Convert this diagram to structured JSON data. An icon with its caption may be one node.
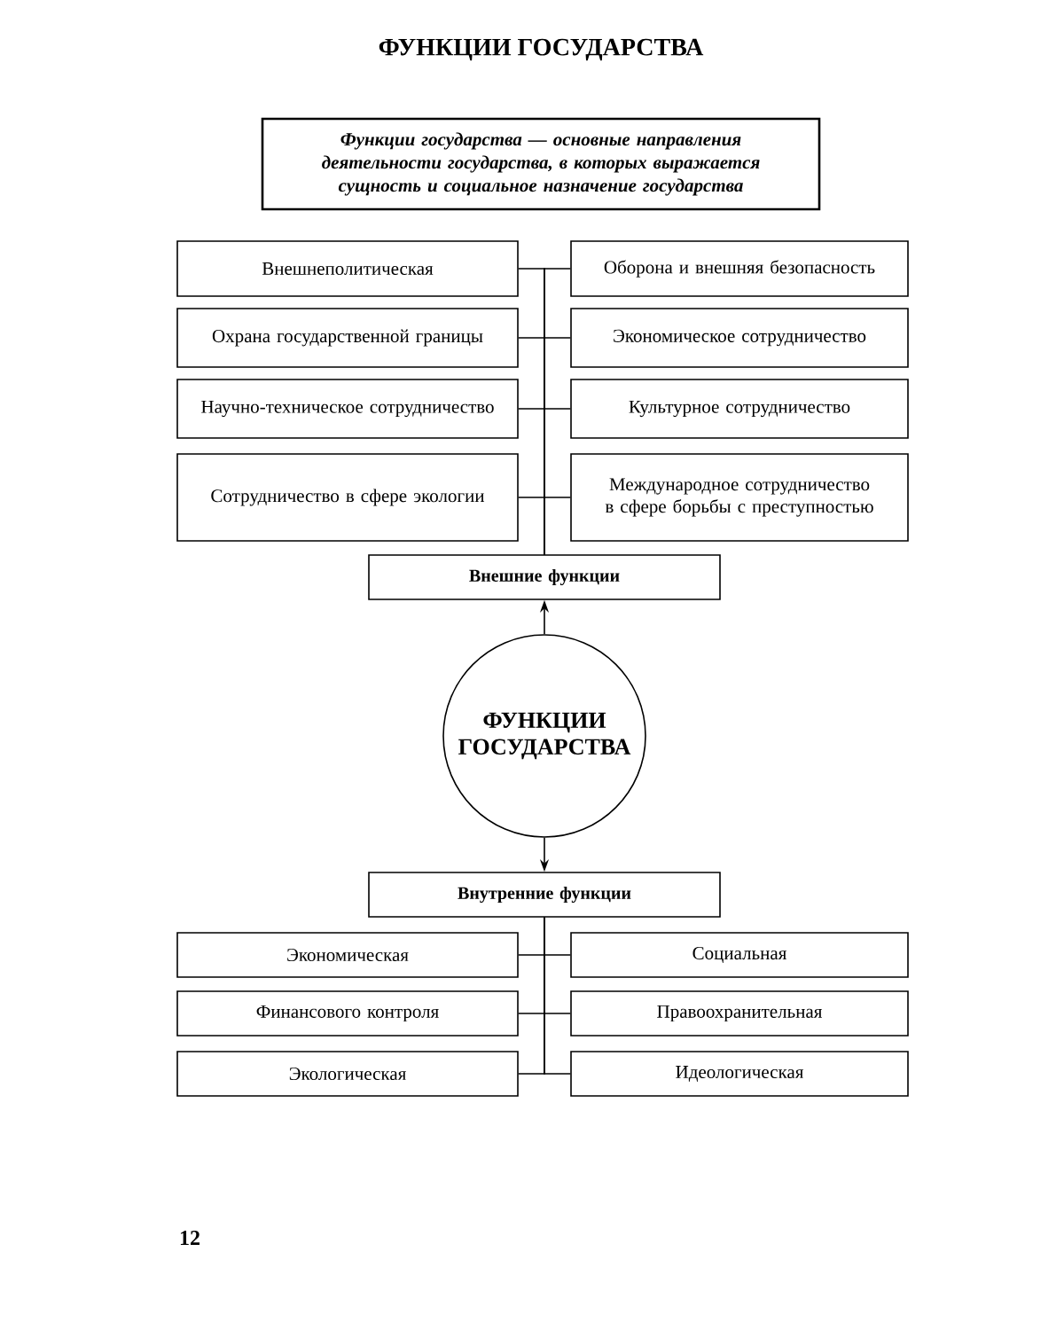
{
  "diagram": {
    "title": "ФУНКЦИИ ГОСУДАРСТВА",
    "nodes": [
      {
        "text": [
          "Функции государства — основные направления деятельности государства, в которых выражается сущность и социальное назначение государства"
        ]
      },
      {
        "text": [
          "Внешнеполитическая"
        ]
      },
      {
        "text": [
          "Оборона и внешняя безопасность"
        ]
      },
      {
        "text": [
          "Охрана государственной границы"
        ]
      },
      {
        "text": [
          "Экономическое сотрудничество"
        ]
      },
      {
        "text": [
          "Научно-техническое сотрудничество"
        ]
      },
      {
        "text": [
          "Культурное сотрудничество"
        ]
      },
      {
        "text": [
          "Сотрудничество в сфере экологии"
        ]
      },
      {
        "text": [
          "Международное сотрудничество в сфере борьбы с преступностью"
        ]
      },
      {
        "text": [
          "Внешние функции"
        ]
      },
      {
        "text": [
          "ФУНКЦИИ ГОСУДАРСТВА"
        ]
      },
      {
        "text": [
          "Внутренние функции"
        ]
      },
      {
        "text": [
          "Экономическая"
        ]
      },
      {
        "text": [
          "Социальная"
        ]
      },
      {
        "text": [
          "Финансового контроля"
        ]
      },
      {
        "text": [
          "Правоохранительная"
        ]
      },
      {
        "text": [
          "Экологическая"
        ]
      },
      {
        "text": [
          "Идеологическая"
        ]
      }
    ],
    "edges": [
      {
        "from": 9,
        "to": 1,
        "arrow": "none"
      },
      {
        "from": 9,
        "to": 2,
        "arrow": "none"
      },
      {
        "from": 9,
        "to": 3,
        "arrow": "none"
      },
      {
        "from": 9,
        "to": 4,
        "arrow": "none"
      },
      {
        "from": 9,
        "to": 5,
        "arrow": "none"
      },
      {
        "from": 9,
        "to": 6,
        "arrow": "none"
      },
      {
        "from": 9,
        "to": 7,
        "arrow": "none"
      },
      {
        "from": 9,
        "to": 8,
        "arrow": "none"
      },
      {
        "from": 10,
        "to": 9,
        "arrow": "to"
      },
      {
        "from": 10,
        "to": 11,
        "arrow": "to"
      },
      {
        "from": 11,
        "to": 12,
        "arrow": "none"
      },
      {
        "from": 11,
        "to": 13,
        "arrow": "none"
      },
      {
        "from": 11,
        "to": 14,
        "arrow": "none"
      },
      {
        "from": 11,
        "to": 15,
        "arrow": "none"
      },
      {
        "from": 11,
        "to": 16,
        "arrow": "none"
      },
      {
        "from": 11,
        "to": 17,
        "arrow": "none"
      }
    ],
    "labels": [
      "12"
    ]
  }
}
